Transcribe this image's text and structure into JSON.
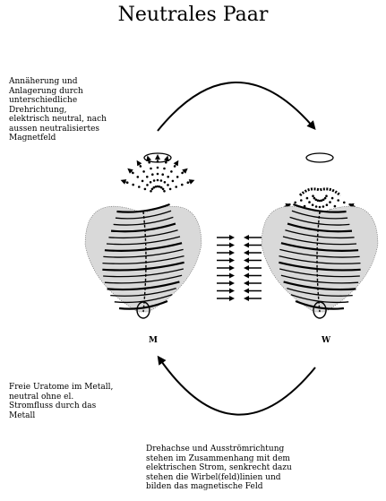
{
  "title": "Neutrales Paar",
  "notes": {
    "top": "Annäherung und Anlagerung durch unterschiedliche Drehrichtung, elektrisch neutral, nach aussen neutralisiertes Magnetfeld",
    "left": "Freie Uratome im Metall, neutral ohne el. Stromfluss durch das Metall",
    "bottom": "Drehachse und Ausströmrichtung stehen im Zusammenhang mit dem elektrischen Strom, senkrecht dazu stehen die Wirbel(feld)linien und bilden das magnetische  Feld"
  },
  "labels": {
    "m": "M",
    "w": "W"
  },
  "colors": {
    "ink": "#000000",
    "shade": "#6b6b6b",
    "background": "#ffffff"
  }
}
